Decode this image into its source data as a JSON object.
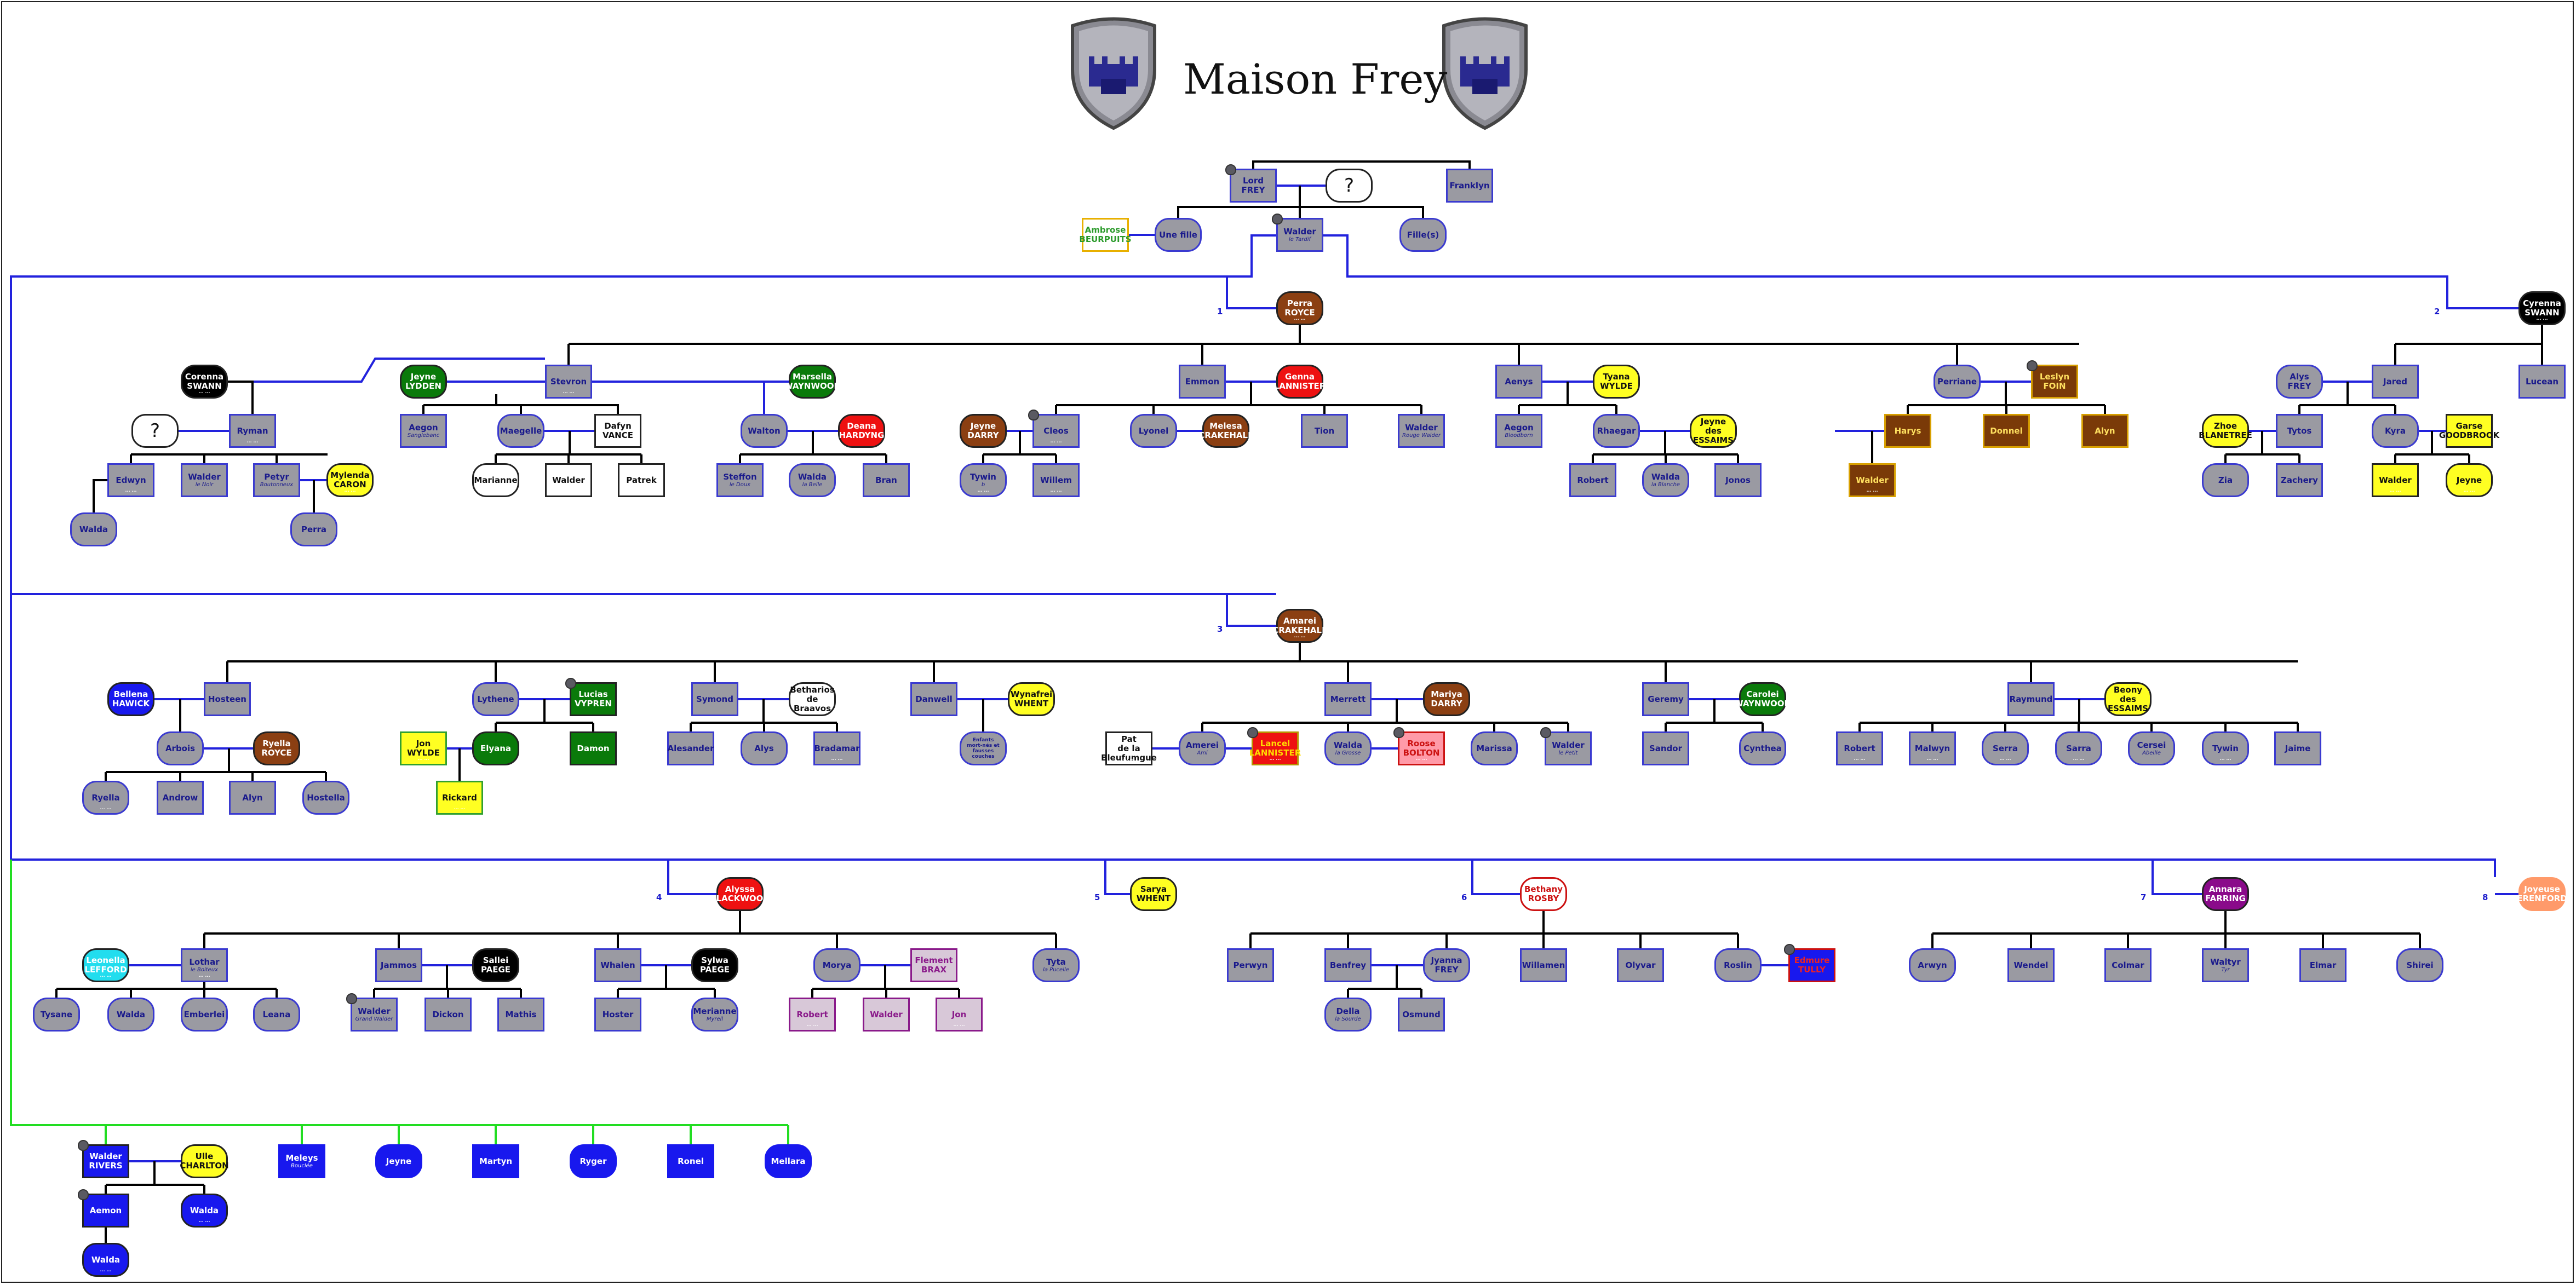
{
  "title": "Maison Frey",
  "colors": {
    "blue_line": "#2222dd",
    "green_line": "#22dd22",
    "black_line": "#000000",
    "frey_fill": "#9a9aa2",
    "frey_border": "#3a3ad0"
  },
  "top": {
    "lord": "Lord FREY",
    "unknown": "?",
    "franklyn": "Franklyn",
    "ambrose": "Ambrose\nBEURPUITS",
    "une_fille": "Une fille",
    "walder": "Walder",
    "walder_sub": "le Tardif",
    "filles": "Fille(s)"
  },
  "wife1": {
    "num": "1",
    "perra": "Perra\nROYCE",
    "stevron": "Stevron",
    "corenna": "Corenna\nSWANN",
    "jeyne_lydden": "Jeyne\nLYDDEN",
    "marsella": "Marsella\nWAYNWOOD",
    "ryman": "Ryman",
    "q": "?",
    "aegon": "Aegon",
    "aegon_sub": "Sanglebanc",
    "maegelle": "Maegelle",
    "dafyn": "Dafyn\nVANCE",
    "walton": "Walton",
    "deana": "Deana\nHARDYNG",
    "jeyne_darry": "Jeyne\nDARRY",
    "edwyn": "Edwyn",
    "walder_noir": "Walder",
    "walder_noir_sub": "le Noir",
    "petyr": "Petyr",
    "petyr_sub": "Boutonneux",
    "mylenda": "Mylenda\nCARON",
    "walda_1": "Walda",
    "perra_2": "Perra",
    "marianne": "Marianne",
    "walder_v": "Walder",
    "patrek": "Patrek",
    "steffon": "Steffon",
    "steffon_sub": "le Doux",
    "walda_belle": "Walda",
    "walda_belle_sub": "la Belle",
    "bran": "Bran",
    "emmon": "Emmon",
    "genna": "Genna\nLANNISTER",
    "cleos": "Cleos",
    "lyonel": "Lyonel",
    "melesa": "Melesa\nCRAKEHALL",
    "tion": "Tion",
    "walder_rouge": "Walder",
    "walder_rouge_sub": "Rouge Walder",
    "tywin": "Tywin",
    "tywin_sub": "b",
    "willem": "Willem",
    "aenys": "Aenys",
    "tyana": "Tyana\nWYLDE",
    "aegon_saignee": "Aegon",
    "aegon_saignee_sub": "Bloodborn",
    "rhaegar": "Rhaegar",
    "jeyne_essaims": "Jeyne\ndes ESSAIMS",
    "robert": "Robert",
    "walda_blanche": "Walda",
    "walda_blanche_sub": "la Blanche",
    "jonos": "Jonos",
    "perriane": "Perriane",
    "leslyn": "Leslyn\nFOIN",
    "harys": "Harys",
    "donnel": "Donnel",
    "alyn_foin": "Alyn",
    "walder_foin": "Walder"
  },
  "wife2": {
    "num": "2",
    "cyrenna": "Cyrenna\nSWANN",
    "alys_frey": "Alys\nFREY",
    "jared": "Jared",
    "lucean": "Lucean",
    "zhoe": "Zhoe\nBLANETREE",
    "tytos": "Tytos",
    "kyra": "Kyra",
    "garse": "Garse\nGOODBROOK",
    "zia": "Zia",
    "zachery": "Zachery",
    "walder_g": "Walder",
    "jeyne_g": "Jeyne"
  },
  "wife3": {
    "num": "3",
    "amarei": "Amarei\nCRAKEHALL",
    "bellena": "Bellena\nHAWICK",
    "hosteen": "Hosteen",
    "arwood": "Arbois",
    "ryella_royce": "Ryella\nROYCE",
    "ryella": "Ryella",
    "androw": "Androw",
    "alyn_h": "Alyn",
    "hostella": "Hostella",
    "lythene": "Lythene",
    "lucias": "Lucias\nVYPREN",
    "jon_wylde": "Jon\nWYLDE",
    "elyana": "Elyana",
    "damon": "Damon",
    "rickard": "Rickard",
    "symond": "Symond",
    "betharios": "Betharios\nde Braavos",
    "alesander": "Alesander",
    "alys_s": "Alys",
    "bradamar": "Bradamar",
    "danwell": "Danwell",
    "wynafrei": "Wynafrei\nWHENT",
    "enfants": "Enfants mort-nés et fausses couches",
    "merrett": "Merrett",
    "mariya": "Mariya\nDARRY",
    "pat": "Pat\nde la Bleufumgue",
    "amerei": "Amerei",
    "amerei_sub": "Ami",
    "lancel": "Lancel\nLANNISTER",
    "walda_grosse": "Walda",
    "walda_grosse_sub": "la Grosse",
    "roose": "Roose\nBOLTON",
    "marissa": "Marissa",
    "walder_petit": "Walder",
    "walder_petit_sub": "le Petit",
    "geremy": "Geremy",
    "carolei": "Carolei\nWAYNWOOD",
    "sandor": "Sandor",
    "cynthea": "Cynthea",
    "raymund": "Raymund",
    "beony": "Beony\ndes ESSAIMS",
    "robert_r": "Robert",
    "malwyn": "Malwyn",
    "serra": "Serra",
    "sarra": "Sarra",
    "cersei": "Cersei",
    "cersei_sub": "Abeille",
    "tywin_r": "Tywin",
    "jaime_r": "Jaime"
  },
  "wife4": {
    "num": "4",
    "alyssa": "Alyssa\nBLACKWOOD",
    "leonella": "Leonella\nLEFFORD",
    "lothar": "Lothar",
    "lothar_sub": "le Boiteux",
    "tysane": "Tysane",
    "walda_l": "Walda",
    "emberlei": "Emberlei",
    "leana": "Leana",
    "jammos": "Jammos",
    "sallei": "Sallei\nPAEGE",
    "walder_grand": "Walder",
    "walder_grand_sub": "Grand Walder",
    "dickon": "Dickon",
    "mathis": "Mathis",
    "whalen": "Whalen",
    "sylwa": "Sylwa\nPAEGE",
    "hoster": "Hoster",
    "merianne": "Merianne",
    "merianne_sub": "Myrell",
    "morya": "Morya",
    "flement": "Flement\nBRAX",
    "robert_b": "Robert",
    "walder_b": "Walder",
    "jon_b": "Jon",
    "tyta": "Tyta",
    "tyta_sub": "la Pucelle"
  },
  "wife5": {
    "num": "5",
    "sarya": "Sarya\nWHENT"
  },
  "wife6": {
    "num": "6",
    "bethany": "Bethany\nROSBY",
    "perwyn": "Perwyn",
    "benfrey": "Benfrey",
    "jyanna": "Jyanna\nFREY",
    "willamen": "Willamen",
    "olyvar": "Olyvar",
    "roslin": "Roslin",
    "edmure": "Edmure\nTULLY",
    "della": "Della",
    "della_sub": "la Sourde",
    "osmund": "Osmund"
  },
  "wife7": {
    "num": "7",
    "annara": "Annara\nFARRING",
    "arwyn": "Arwyn",
    "wendel": "Wendel",
    "colmar": "Colmar",
    "waltyr": "Waltyr",
    "waltyr_sub": "Tyr",
    "elmar": "Elmar",
    "shirei": "Shirei"
  },
  "wife8": {
    "num": "8",
    "joyeuse": "Joyeuse\nERENFORD"
  },
  "bastards": {
    "walder_rivers": "Walder\nRIVERS",
    "ulle": "Ulle\nCHARLTON",
    "aemon": "Aemon",
    "walda_r": "Walda",
    "walda_r2": "Walda",
    "meleys": "Meleys",
    "meleys_sub": "Bouclée",
    "jeyne_b": "Jeyne",
    "martyn": "Martyn",
    "ryger": "Ryger",
    "ronel": "Ronel",
    "mellara": "Mellara"
  }
}
